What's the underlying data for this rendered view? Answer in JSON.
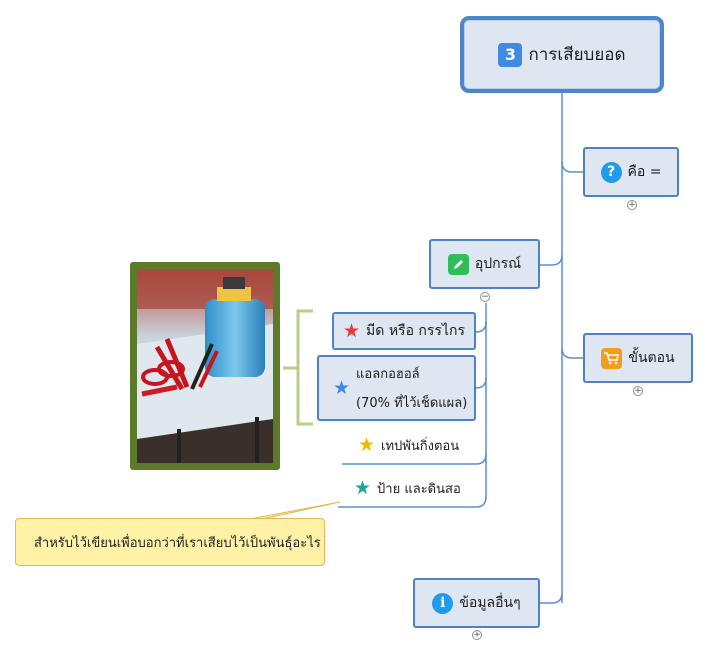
{
  "root": {
    "badge": "3",
    "label": "การเสียบยอด"
  },
  "branches": {
    "definition": {
      "label": "คือ =",
      "icon": "question-icon",
      "icon_glyph": "?"
    },
    "procedure": {
      "label": "ขั้นตอน",
      "icon": "cart-icon",
      "icon_glyph": "🛒"
    },
    "equipment": {
      "label": "อุปกรณ์",
      "icon": "pencil-icon",
      "icon_glyph": "✎"
    },
    "other_info": {
      "label": "ข้อมูลอื่นๆ",
      "icon": "info-icon",
      "icon_glyph": "i"
    }
  },
  "equipment_items": [
    {
      "label": "มีด หรือ กรรไกร",
      "star_color": "#e53b3b"
    },
    {
      "line1": "แอลกอฮอล์",
      "line2": "(70% ที่ไว้เช็ดแผล)",
      "star_color": "#3f88e6"
    },
    {
      "label": "เทปพันกิ่งตอน",
      "star_color": "#f5b700"
    },
    {
      "label": "ป้าย และดินสอ",
      "star_color": "#1aa79b"
    }
  ],
  "note": {
    "text": "สำหรับไว้เขียนเพื่อบอกว่าที่เราเสียบไว้เป็นพันธุ์อะไร"
  },
  "colors": {
    "node_fill": "#dde6f1",
    "node_border": "#4f82c2",
    "connector": "#5d8fcb",
    "bracket": "#b7cf8a",
    "photo_frame": "#5b7a2a",
    "note_fill": "#fff2a6"
  },
  "photo": {
    "description_icon": "tools-and-alcohol-bottle-image"
  }
}
